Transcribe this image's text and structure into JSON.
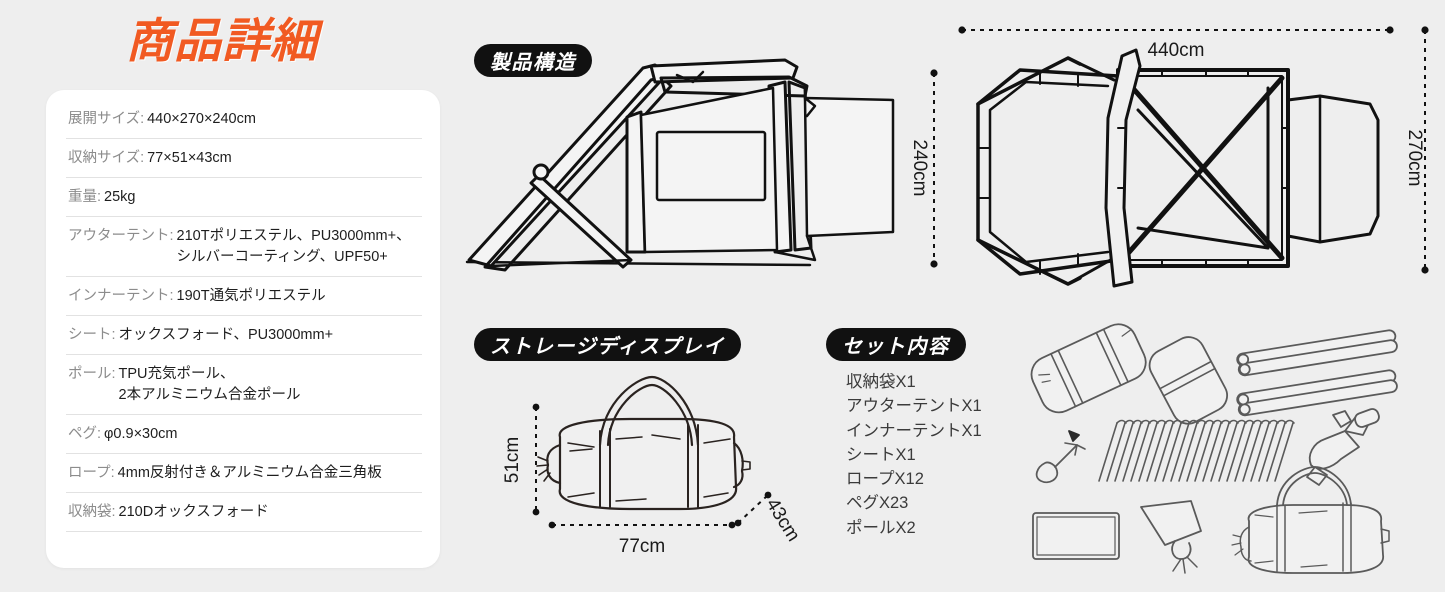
{
  "page": {
    "title": "商品詳細",
    "title_color": "#f15a22",
    "background_color": "#eeeeee",
    "badge_color": "#111111"
  },
  "spec_table": {
    "rows": [
      {
        "label": "展開サイズ:",
        "value": "440×270×240cm"
      },
      {
        "label": "収納サイズ:",
        "value": "77×51×43cm"
      },
      {
        "label": "重量:",
        "value": "25kg"
      },
      {
        "label": "アウターテント:",
        "value": "210Tポリエステル、PU3000mm+、\nシルバーコーティング、UPF50+"
      },
      {
        "label": "インナーテント:",
        "value": "190T通気ポリエステル"
      },
      {
        "label": "シート:",
        "value": "オックスフォード、PU3000mm+"
      },
      {
        "label": "ポール:",
        "value": "TPU充気ポール、\n2本アルミニウム合金ポール"
      },
      {
        "label": "ペグ:",
        "value": "φ0.9×30cm"
      },
      {
        "label": "ロープ:",
        "value": "4mm反射付き＆アルミニウム合金三角板"
      },
      {
        "label": "収納袋:",
        "value": "210Dオックスフォード"
      }
    ]
  },
  "sections": {
    "structure_badge": "製品構造",
    "storage_badge": "ストレージディスプレイ",
    "contents_badge": "セット内容"
  },
  "top_view_dimensions": {
    "width": "440cm",
    "left_height": "240cm",
    "right_height": "270cm"
  },
  "storage_dimensions": {
    "width": "77cm",
    "height": "51cm",
    "depth": "43cm"
  },
  "set_contents": {
    "items": [
      "収納袋X1",
      "アウターテントX1",
      "インナーテントX1",
      "シートX1",
      "ロープX12",
      "ペグX23",
      "ポールX2"
    ]
  }
}
